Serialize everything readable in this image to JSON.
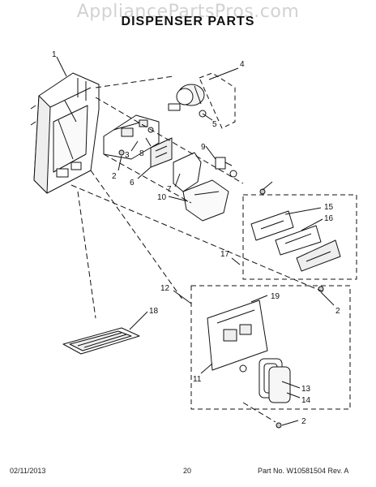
{
  "watermark": "AppliancePartsPros.com",
  "title": "DISPENSER PARTS",
  "callouts": [
    "1",
    "4",
    "5",
    "3",
    "8",
    "9",
    "2",
    "6",
    "7",
    "10",
    "15",
    "16",
    "17",
    "12",
    "19",
    "2",
    "18",
    "11",
    "13",
    "14",
    "2"
  ],
  "footer": {
    "date": "02/11/2013",
    "page": "20",
    "part_no": "Part No. W10581504  Rev. A"
  }
}
